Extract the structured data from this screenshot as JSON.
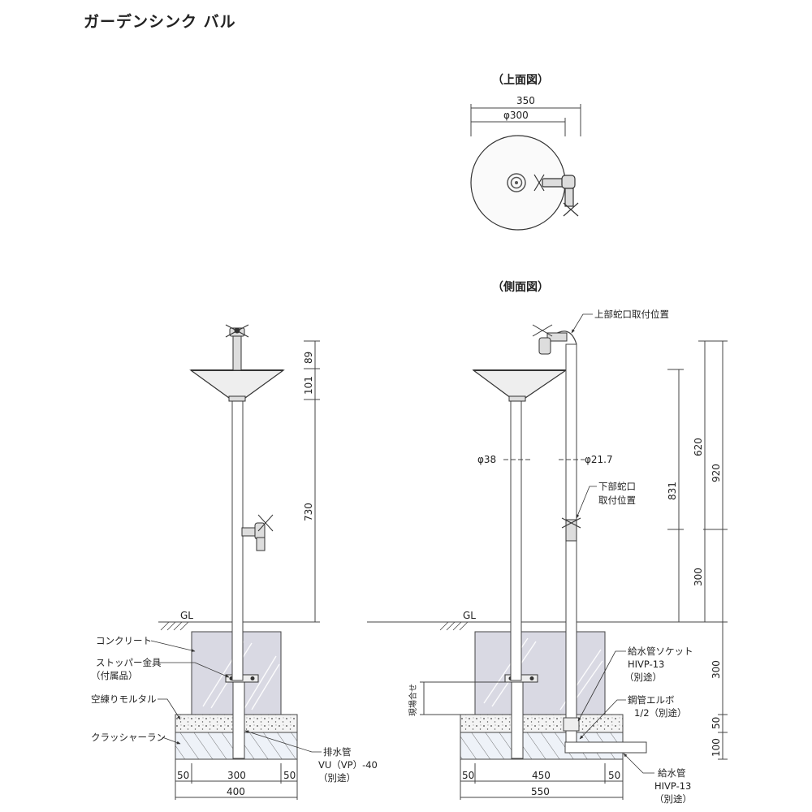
{
  "title": "ガーデンシンク バル",
  "top_view": {
    "heading": "（上面図）",
    "dim_outer": "350",
    "dim_inner": "φ300"
  },
  "side_view": {
    "heading": "（側面図）",
    "dim_89": "89",
    "dim_101": "101",
    "dim_730": "730",
    "dim_620": "620",
    "dim_920": "920",
    "dim_831": "831",
    "dim_300_upper": "300",
    "dim_300_lower": "300",
    "dim_50_right": "50",
    "dim_100": "100",
    "phi38": "φ38",
    "phi21": "φ21.7",
    "gl_left": "GL",
    "gl_right": "GL",
    "upper_faucet": "上部蛇口取付位置",
    "lower_faucet_1": "下部蛇口",
    "lower_faucet_2": "取付位置",
    "concrete": "コンクリート",
    "stopper_1": "ストッパー金具",
    "stopper_2": "（付属品）",
    "mortar": "空練りモルタル",
    "crusher": "クラッシャーラン",
    "drain_1": "排水管",
    "drain_2": "VU（VP）-40",
    "drain_3": "（別途）",
    "socket_1": "給水管ソケット",
    "socket_2": "HIVP-13",
    "socket_3": "（別途）",
    "elbow_1": "鋼管エルボ",
    "elbow_2": "1/2（別途）",
    "supply_1": "給水管",
    "supply_2": "HIVP-13",
    "supply_3": "（別途）",
    "adjust": "現場合せ",
    "base_left_50a": "50",
    "base_left_300": "300",
    "base_left_50b": "50",
    "base_left_400": "400",
    "base_right_50a": "50",
    "base_right_450": "450",
    "base_right_50b": "50",
    "base_right_550": "550"
  }
}
